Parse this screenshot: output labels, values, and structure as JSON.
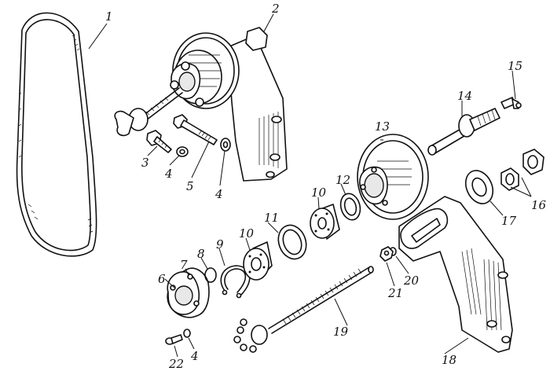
{
  "figure": {
    "type": "exploded-parts-diagram",
    "background_color": "#ffffff",
    "ink_color": "#111111"
  },
  "callouts": [
    {
      "id": "c1",
      "number": "1",
      "part": "drive-belt"
    },
    {
      "id": "c2",
      "number": "2",
      "part": "pump-assembly"
    },
    {
      "id": "c3",
      "number": "3",
      "part": "bolt-short"
    },
    {
      "id": "c4a",
      "number": "4",
      "part": "washer"
    },
    {
      "id": "c5",
      "number": "5",
      "part": "bolt-long"
    },
    {
      "id": "c4b",
      "number": "4",
      "part": "washer"
    },
    {
      "id": "c6",
      "number": "6",
      "part": "bearing-cover"
    },
    {
      "id": "c7",
      "number": "7",
      "part": "gasket"
    },
    {
      "id": "c8",
      "number": "8",
      "part": "o-ring"
    },
    {
      "id": "c9",
      "number": "9",
      "part": "retaining-ring"
    },
    {
      "id": "c10a",
      "number": "10",
      "part": "ball-bearing"
    },
    {
      "id": "c11",
      "number": "11",
      "part": "spacer-ring"
    },
    {
      "id": "c10b",
      "number": "10",
      "part": "ball-bearing"
    },
    {
      "id": "c12",
      "number": "12",
      "part": "seal-ring"
    },
    {
      "id": "c13",
      "number": "13",
      "part": "pulley-hub"
    },
    {
      "id": "c14",
      "number": "14",
      "part": "axle"
    },
    {
      "id": "c15",
      "number": "15",
      "part": "grease-fitting"
    },
    {
      "id": "c16",
      "number": "16",
      "part": "nuts"
    },
    {
      "id": "c17",
      "number": "17",
      "part": "washer-large"
    },
    {
      "id": "c18",
      "number": "18",
      "part": "bracket"
    },
    {
      "id": "c19",
      "number": "19",
      "part": "tensioner-screw"
    },
    {
      "id": "c20",
      "number": "20",
      "part": "washer-small"
    },
    {
      "id": "c21",
      "number": "21",
      "part": "nut-small"
    },
    {
      "id": "c22",
      "number": "22",
      "part": "screw"
    },
    {
      "id": "c4c",
      "number": "4",
      "part": "washer"
    }
  ]
}
